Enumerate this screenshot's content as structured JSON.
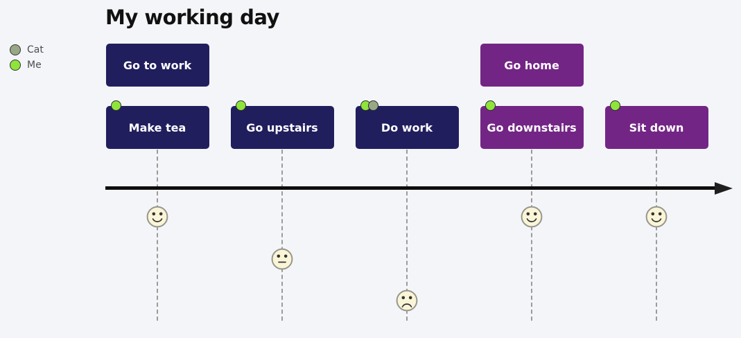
{
  "title": "My working day",
  "legend": {
    "actors": [
      {
        "name": "Cat",
        "color": "#97a886"
      },
      {
        "name": "Me",
        "color": "#8fe43c"
      }
    ]
  },
  "journey": {
    "sections": [
      {
        "name": "Go to work",
        "color": "#211e5e",
        "tasks": [
          {
            "name": "Make tea",
            "score": 5,
            "actors": [
              "Me"
            ]
          },
          {
            "name": "Go upstairs",
            "score": 3,
            "actors": [
              "Me"
            ]
          },
          {
            "name": "Do work",
            "score": 1,
            "actors": [
              "Me",
              "Cat"
            ]
          }
        ]
      },
      {
        "name": "Go home",
        "color": "#732585",
        "tasks": [
          {
            "name": "Go downstairs",
            "score": 5,
            "actors": [
              "Me"
            ]
          },
          {
            "name": "Sit down",
            "score": 5,
            "actors": [
              "Me"
            ]
          }
        ]
      }
    ]
  },
  "colors": {
    "background": "#f4f5f8",
    "axis": "#0d0d0d",
    "grid_dash": "#9b9b9b",
    "task_text": "#ffffff",
    "face_fill": "#fbf5d8",
    "face_stroke": "#96968c",
    "face_features": "#333333"
  }
}
